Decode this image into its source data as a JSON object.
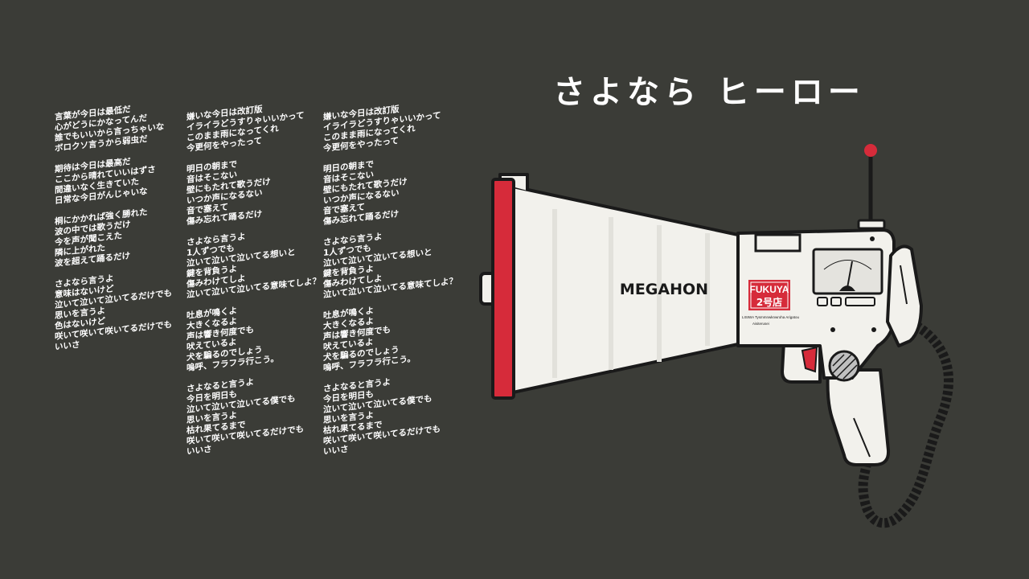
{
  "title": "さよなら ヒーロー",
  "megaphone": {
    "label": "MEGAHON",
    "badge_line1": "FUKUYA",
    "badge_line2": "2号店",
    "fine_print_line1": "LISIWA Tysmmnwknwroha Arigatou",
    "fine_print_line2": "Aisiterusei",
    "colors": {
      "body": "#f2f1ec",
      "outline": "#1a1a1a",
      "accent_red": "#d62b3a",
      "background": "#3b3c37"
    }
  },
  "lyrics": {
    "col1": {
      "s1": [
        "言葉が今日は最低だ",
        "心がどうにかなってんだ",
        "誰でもいいから言っちゃいな",
        "ボロクソ言うから弱虫だ"
      ],
      "s2": [
        "期待は今日は最高だ",
        "ここから晴れていいはずさ",
        "間違いなく生きていた",
        "日常な今日がんじゃいな"
      ],
      "s3": [
        "桐にかかれば強く勝れた",
        "波の中では歌うだけ",
        "今を声が聞こえた",
        "隣に上がれた",
        "波を超えて踊るだけ"
      ],
      "s4": [
        "さよなら言うよ",
        "意味はないけど",
        "泣いて泣いて泣いてるだけでも",
        "思いを言うよ",
        "色はないけど",
        "咲いて咲いて咲いてるだけでも",
        "いいさ"
      ]
    },
    "col2": {
      "s1": [
        "嫌いな今日は改訂版",
        "イライラどうすりゃいいかって",
        "このまま雨になってくれ",
        "今更何をやったって"
      ],
      "s2": [
        "明日の朝まで",
        "音はそこない",
        "壁にもたれて歌うだけ",
        "いつか声になるない",
        "音で塞えて",
        "傷み忘れて踊るだけ"
      ],
      "s3": [
        "さよなら言うよ",
        "1人ずつでも",
        "泣いて泣いて泣いてる想いと",
        "鍵を背負うよ",
        "傷みわけてしよ",
        "泣いて泣いて泣いてる意味てしよ？"
      ],
      "s4": [
        "吐息が鳴くよ",
        "大きくなるよ",
        "声は響き何度でも",
        "吠えているよ",
        "犬を騙るのでしょう",
        "嗚呼、フラフラ行こう。"
      ],
      "s5": [
        "さよなると言うよ",
        "今日を明日も",
        "泣いて泣いて泣いてる僕でも",
        "思いを言うよ",
        "枯れ果てるまで",
        "咲いて咲いて咲いてるだけでも",
        "いいさ"
      ]
    },
    "col3": {
      "s1": [
        "嫌いな今日は改訂版",
        "イライラどうすりゃいいかって",
        "このまま雨になってくれ",
        "今更何をやったって"
      ],
      "s2": [
        "明日の朝まで",
        "音はそこない",
        "壁にもたれて歌うだけ",
        "いつか声になるない",
        "音で塞えて",
        "傷み忘れて踊るだけ"
      ],
      "s3": [
        "さよなら言うよ",
        "1人ずつでも",
        "泣いて泣いて泣いてる想いと",
        "鍵を背負うよ",
        "傷みわけてしよ",
        "泣いて泣いて泣いてる意味てしよ？"
      ],
      "s4": [
        "吐息が鳴くよ",
        "大きくなるよ",
        "声は響き何度でも",
        "吠えているよ",
        "犬を騙るのでしょう",
        "嗚呼、フラフラ行こう。"
      ],
      "s5": [
        "さよなると言うよ",
        "今日を明日も",
        "泣いて泣いて泣いてる僕でも",
        "思いを言うよ",
        "枯れ果てるまで",
        "咲いて咲いて咲いてるだけでも",
        "いいさ"
      ]
    }
  }
}
